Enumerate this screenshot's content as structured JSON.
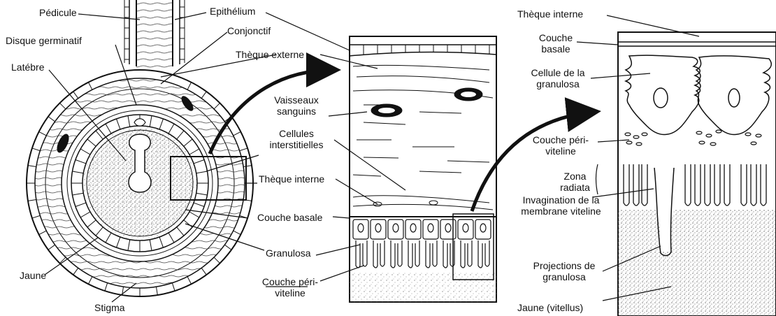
{
  "labels": {
    "pedicule": "Pédicule",
    "epithelium": "Epithélium",
    "disque_germinatif": "Disque germinatif",
    "conjonctif": "Conjonctif",
    "theque_externe": "Thèque externe",
    "latebre": "Latébre",
    "vaisseaux_sanguins": "Vaisseaux sanguins",
    "cellules_interstitielles": "Cellules interstitielles",
    "theque_interne_mid": "Thèque interne",
    "couche_basale_mid": "Couche basale",
    "granulosa": "Granulosa",
    "couche_periviteline_mid": "Couche péri-viteline",
    "jaune": "Jaune",
    "stigma": "Stigma",
    "theque_interne_right": "Thèque interne",
    "couche_basale_right": "Couche basale",
    "cellule_granulosa": "Cellule de la granulosa",
    "couche_periviteline_right": "Couche péri-viteline",
    "zona_radiata": "Zona radiata",
    "invagination": "Invagination de la membrane viteline",
    "projections": "Projections de granulosa",
    "jaune_vitellus": "Jaune (vitellus)"
  },
  "colors": {
    "ink": "#1a1a1a",
    "paper": "#ffffff",
    "stipple": "#9a9a9a"
  }
}
